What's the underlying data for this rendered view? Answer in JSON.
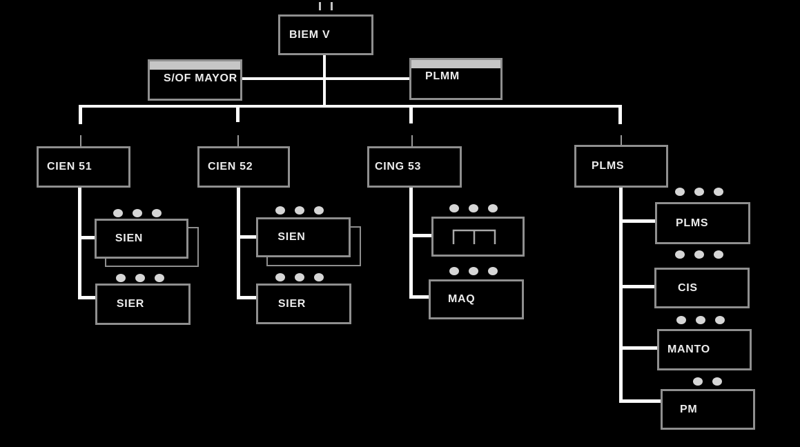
{
  "diagram": {
    "type": "org-chart",
    "background": "#000000",
    "colors": {
      "box_border": "#8f8f8f",
      "box_fill": "#000000",
      "label_text": "#ececec",
      "connector": "#fcfcfc",
      "thin_connector": "#9a9a9a",
      "header_strip": "#c6c6c6",
      "dot": "#d6d6d6"
    },
    "nodes": {
      "biem": {
        "label": "BIEM V"
      },
      "sof_mayor": {
        "label": "S/OF MAYOR",
        "header_strip": true
      },
      "plmm": {
        "label": "PLMM",
        "header_strip": true
      },
      "cien51": {
        "label": "CIEN 51"
      },
      "cien52": {
        "label": "CIEN 52"
      },
      "cing53": {
        "label": "CING 53"
      },
      "plms": {
        "label": "PLMS"
      },
      "sien1": {
        "label": "SIEN",
        "dots": 3,
        "stacked": true
      },
      "sier1": {
        "label": "SIER",
        "dots": 3
      },
      "sien2": {
        "label": "SIEN",
        "dots": 3,
        "stacked": true
      },
      "sier2": {
        "label": "SIER",
        "dots": 3
      },
      "equip": {
        "label": "",
        "icon": "double-goalpost-icon",
        "dots": 3
      },
      "maq": {
        "label": "MAQ",
        "dots": 3
      },
      "plms2": {
        "label": "PLMS",
        "dots": 3
      },
      "cis": {
        "label": "CIS",
        "dots": 3
      },
      "manto": {
        "label": "MANTO",
        "dots": 3
      },
      "pm": {
        "label": "PM",
        "dots": 2
      }
    }
  }
}
